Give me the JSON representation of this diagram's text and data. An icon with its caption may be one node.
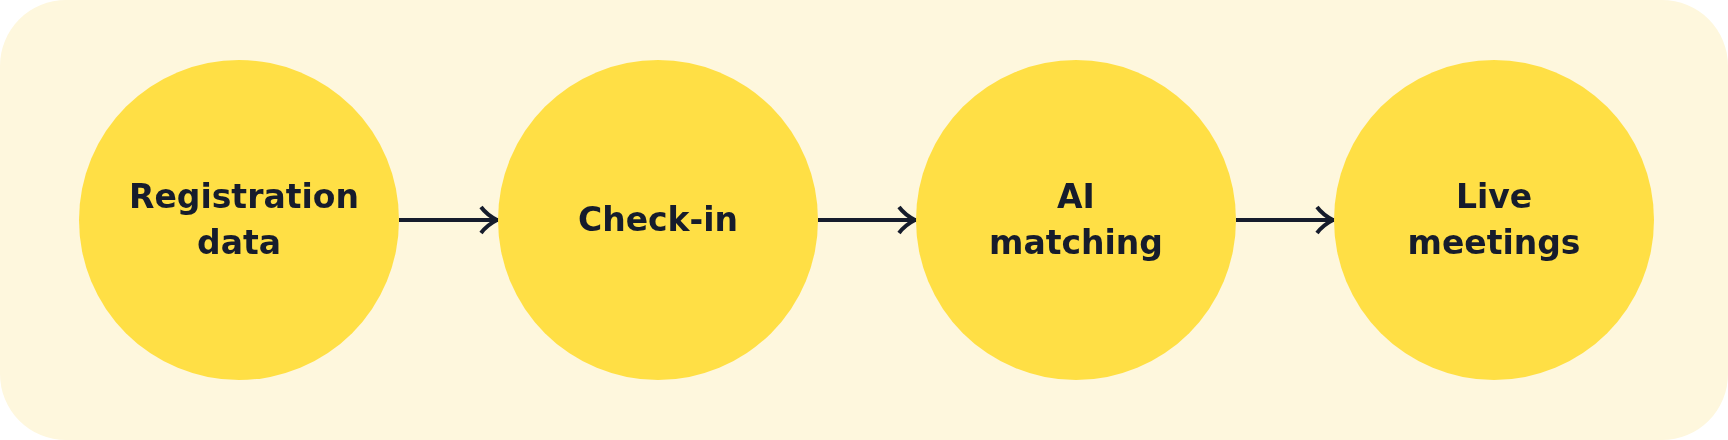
{
  "diagram": {
    "nodes": [
      {
        "text": [
          "Registration data"
        ]
      },
      {
        "text": [
          "Check-in"
        ]
      },
      {
        "text": [
          "AI matching"
        ]
      },
      {
        "text": [
          "Live meetings"
        ]
      }
    ],
    "edges": [
      {
        "from": 0,
        "to": 1,
        "arrow": "to"
      },
      {
        "from": 1,
        "to": 2,
        "arrow": "to"
      },
      {
        "from": 2,
        "to": 3,
        "arrow": "to"
      }
    ]
  }
}
